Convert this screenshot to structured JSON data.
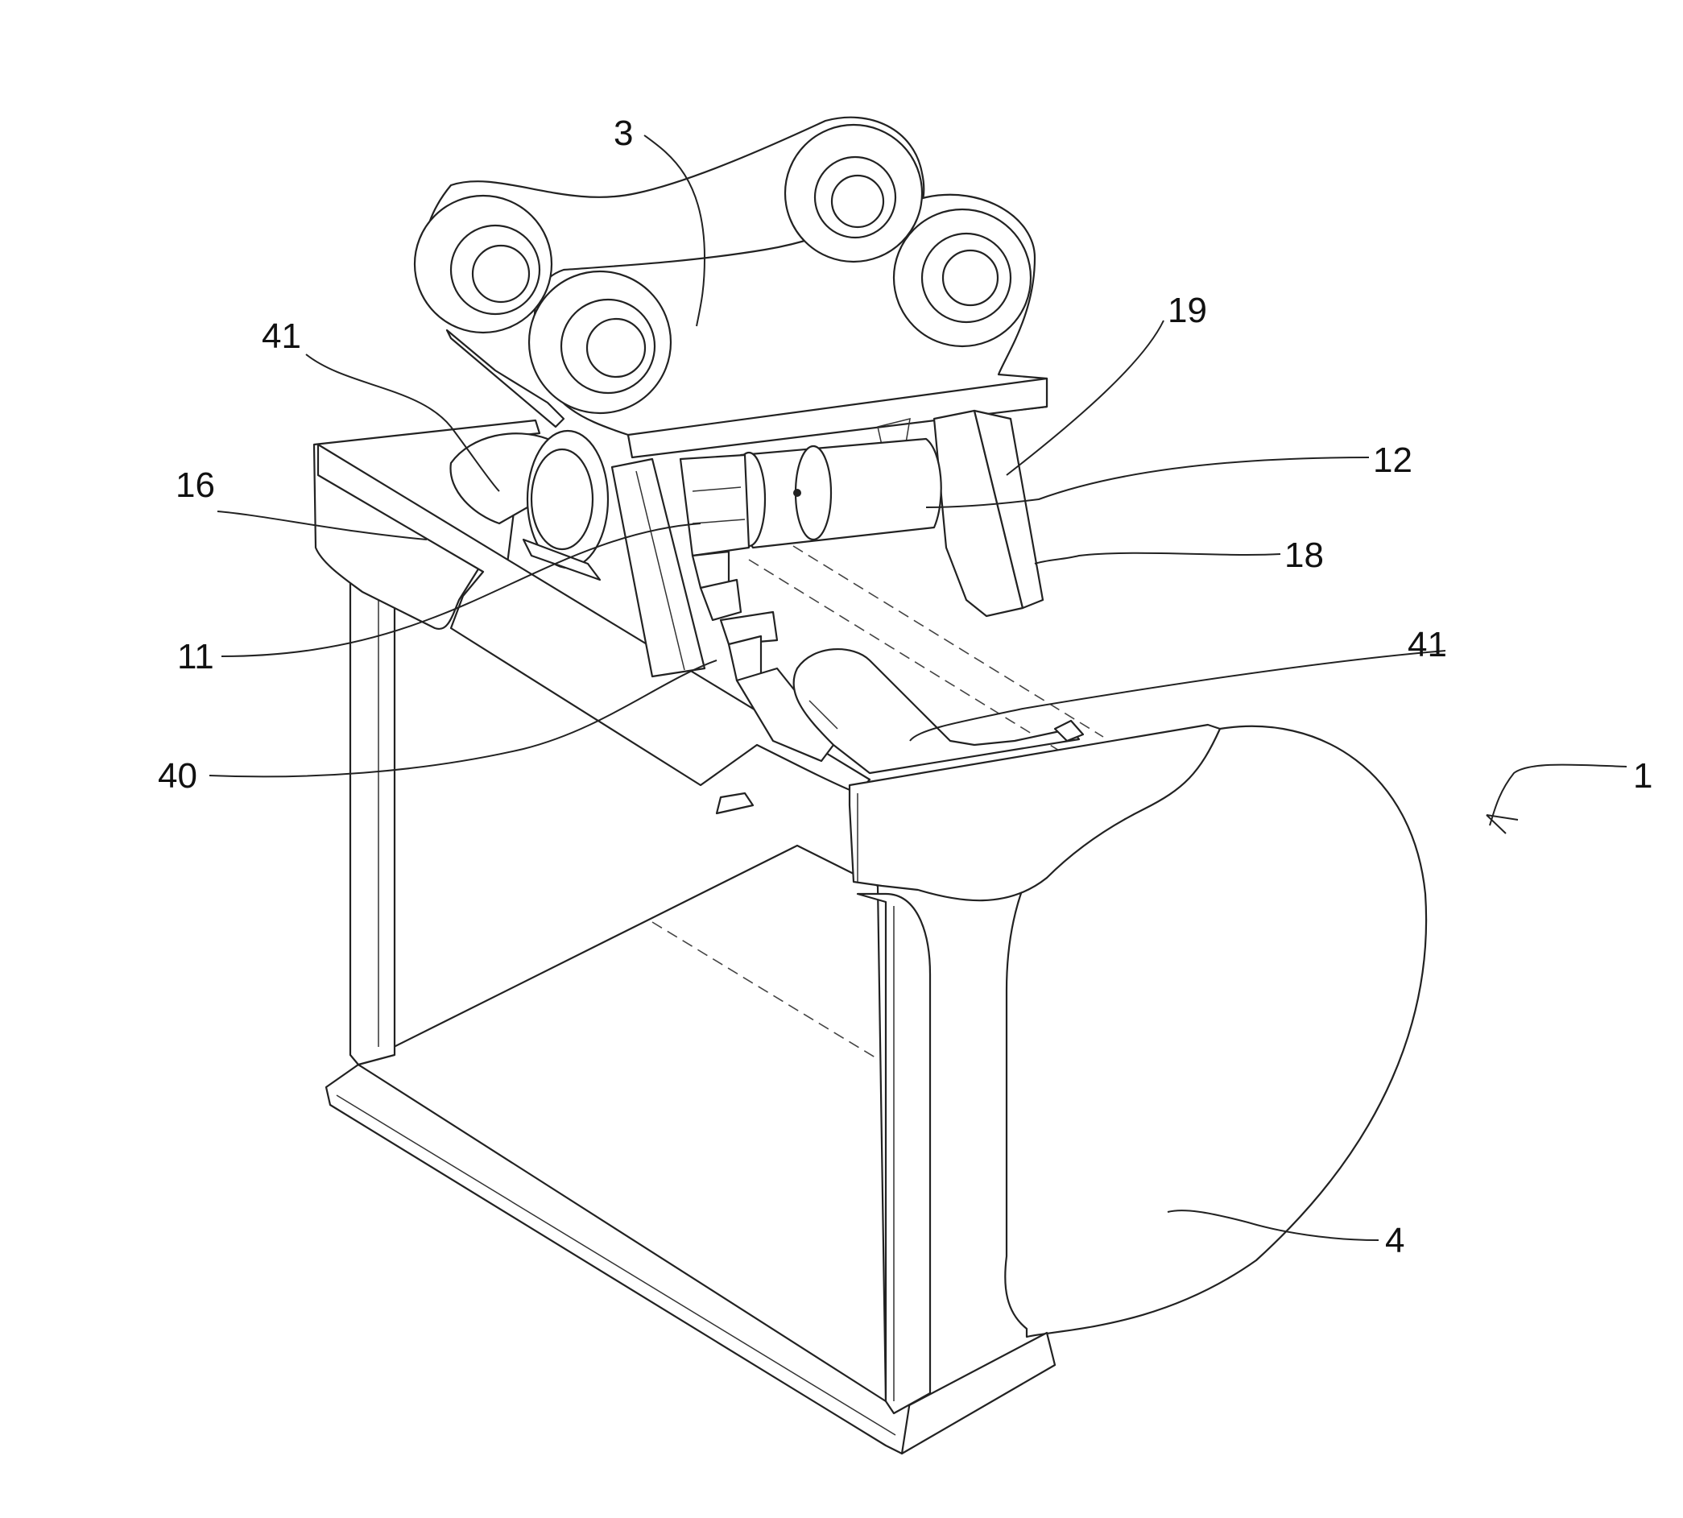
{
  "labels": {
    "l3": "3",
    "l41a": "41",
    "l19": "19",
    "l16": "16",
    "l12": "12",
    "l18": "18",
    "l11": "11",
    "l41b": "41",
    "l40": "40",
    "l1": "1",
    "l4": "4"
  }
}
